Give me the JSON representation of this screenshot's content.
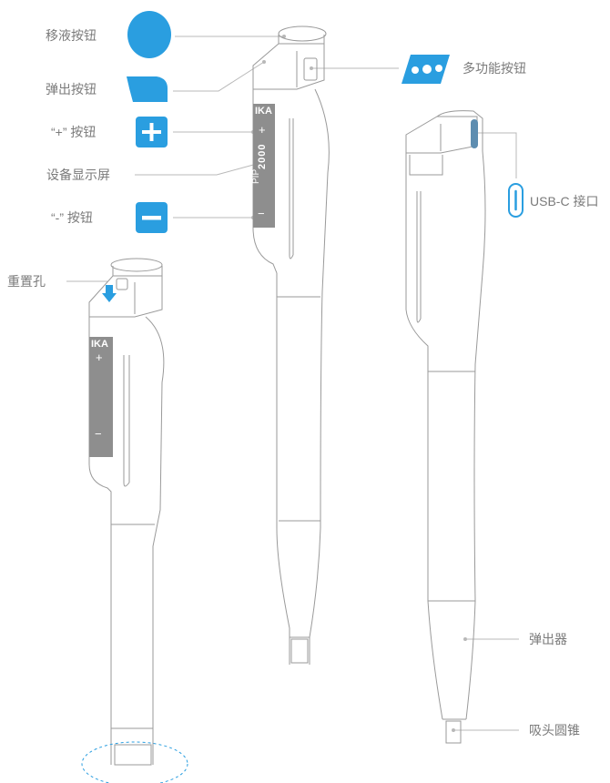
{
  "labels": {
    "pipetting_button": "移液按钮",
    "eject_button": "弹出按钮",
    "plus_button": "“+” 按钮",
    "display": "设备显示屏",
    "minus_button": "“-” 按钮",
    "reset_hole": "重置孔",
    "multifunction_button": "多功能按钮",
    "usb_c": "USB-C 接口",
    "ejector": "弹出器",
    "tip_cone": "吸头圆锥"
  },
  "device_text": {
    "brand": "IKA",
    "plus_sign": "+",
    "minus_sign": "−",
    "model": "PIP",
    "volume": "2000"
  },
  "colors": {
    "accent": "#2a9ee0",
    "outline": "#9a9a9a",
    "display_gray": "#8e8e8e",
    "leader_line": "#b8b8b8",
    "label_text": "#7a7a7a"
  },
  "icons": {
    "pipetting": "oval-button-icon",
    "eject": "eject-button-icon",
    "plus": "plus-button-icon",
    "minus": "minus-button-icon",
    "multifunction": "multifunction-button-icon",
    "usb": "usb-c-port-icon",
    "reset_arrow": "down-arrow-icon"
  }
}
